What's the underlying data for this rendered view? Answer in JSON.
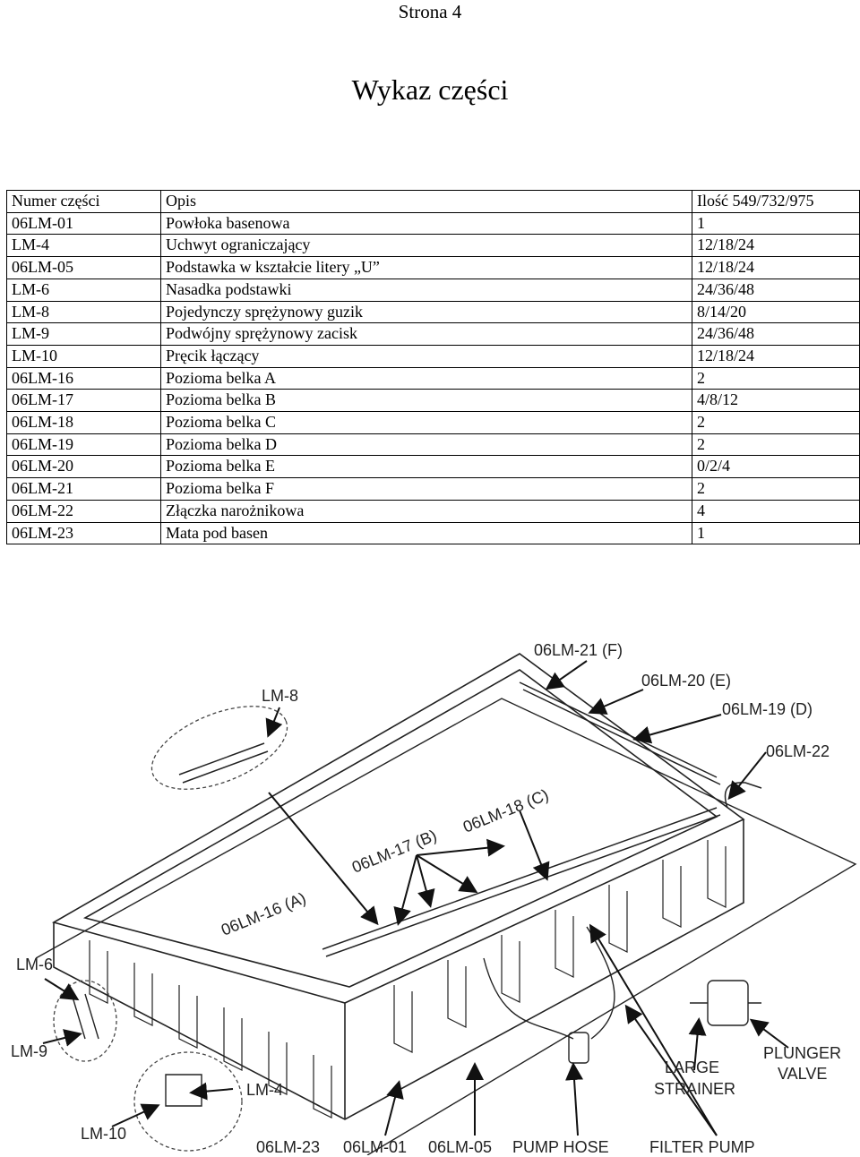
{
  "page_number": "Strona 4",
  "title": "Wykaz części",
  "table": {
    "headers": [
      "Numer części",
      "Opis",
      "Ilość 549/732/975"
    ],
    "rows": [
      [
        "06LM-01",
        "Powłoka basenowa",
        "1"
      ],
      [
        "LM-4",
        "Uchwyt ograniczający",
        "12/18/24"
      ],
      [
        "06LM-05",
        "Podstawka w kształcie litery „U”",
        "12/18/24"
      ],
      [
        "LM-6",
        "Nasadka podstawki",
        "24/36/48"
      ],
      [
        "LM-8",
        "Pojedynczy sprężynowy guzik",
        "8/14/20"
      ],
      [
        "LM-9",
        "Podwójny sprężynowy zacisk",
        "24/36/48"
      ],
      [
        "LM-10",
        "Pręcik łączący",
        "12/18/24"
      ],
      [
        "06LM-16",
        "Pozioma belka A",
        "2"
      ],
      [
        "06LM-17",
        "Pozioma belka B",
        "4/8/12"
      ],
      [
        "06LM-18",
        "Pozioma belka C",
        "2"
      ],
      [
        "06LM-19",
        "Pozioma belka D",
        "2"
      ],
      [
        "06LM-20",
        "Pozioma belka E",
        "0/2/4"
      ],
      [
        "06LM-21",
        "Pozioma belka F",
        "2"
      ],
      [
        "06LM-22",
        "Złączka narożnikowa",
        "4"
      ],
      [
        "06LM-23",
        "Mata pod basen",
        "1"
      ]
    ]
  },
  "diagram": {
    "labels": {
      "lm21": "06LM-21 (F)",
      "lm20": "06LM-20 (E)",
      "lm19": "06LM-19 (D)",
      "lm22": "06LM-22",
      "lm8": "LM-8",
      "lm18": "06LM-18 (C)",
      "lm17": "06LM-17 (B)",
      "lm16": "06LM-16 (A)",
      "lm6": "LM-6",
      "lm9": "LM-9",
      "lm4": "LM-4",
      "lm10": "LM-10",
      "lm23": "06LM-23",
      "lm01": "06LM-01",
      "lm05": "06LM-05",
      "pump_hose": "PUMP HOSE",
      "filter_pump": "FILTER PUMP",
      "large": "LARGE",
      "strainer": "STRAINER",
      "plunger": "PLUNGER",
      "valve": "VALVE"
    }
  }
}
